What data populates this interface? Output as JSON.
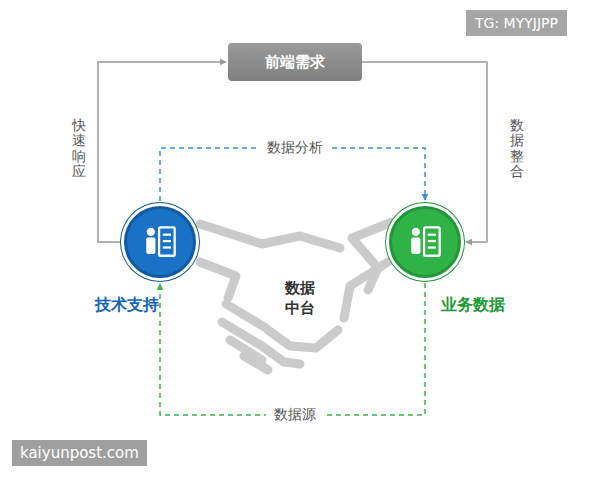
{
  "diagram": {
    "nodes": [
      {
        "text": [
          "前端需求"
        ]
      },
      {
        "text": [
          "技术支持"
        ]
      },
      {
        "text": [
          "业务数据"
        ]
      }
    ],
    "edges": [
      {
        "from": 1,
        "to": 0,
        "arrow": "to",
        "label": "快速响应"
      },
      {
        "from": 0,
        "to": 2,
        "arrow": "to",
        "label": "数据整合"
      },
      {
        "from": 1,
        "to": 2,
        "arrow": "to",
        "label": "数据分析"
      },
      {
        "from": 2,
        "to": 1,
        "arrow": "to",
        "label": "数据源"
      }
    ],
    "labels": [
      "数据 中台",
      "TG: MYYJJPP",
      "kaiyunpost.com"
    ]
  }
}
